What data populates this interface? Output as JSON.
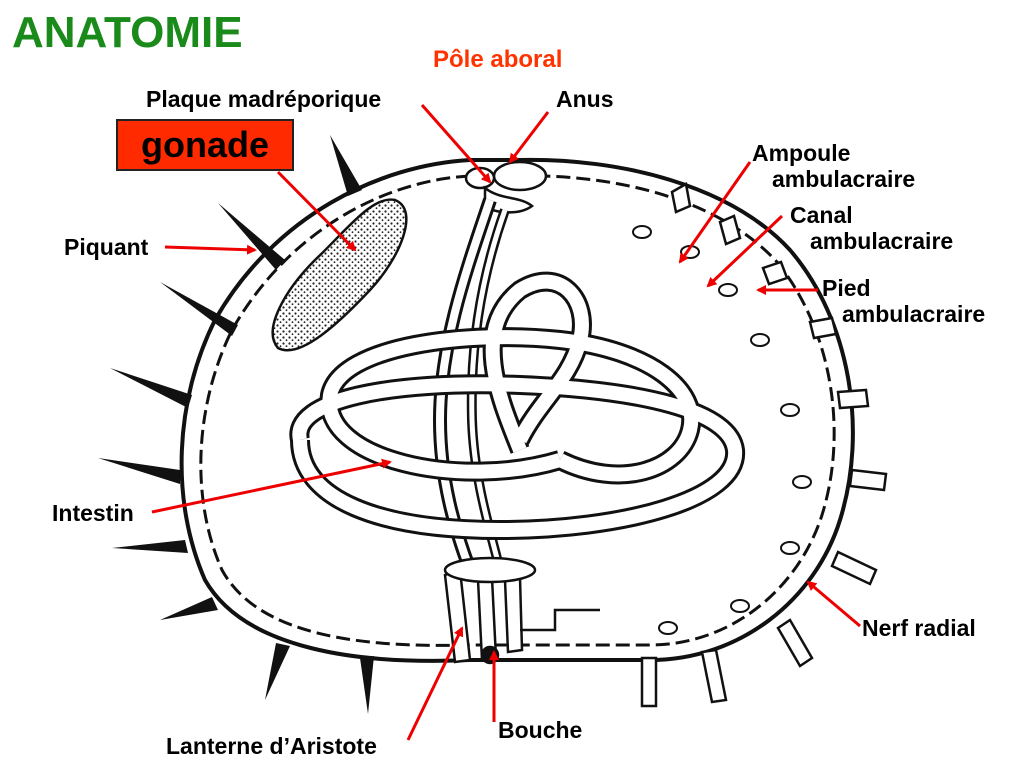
{
  "title": "ANATOMIE",
  "pole": "Pôle aboral",
  "gonade": "gonade",
  "labels": {
    "plaque": "Plaque madréporique",
    "anus": "Anus",
    "piquant": "Piquant",
    "intestin": "Intestin",
    "ampoule_1": "Ampoule",
    "ampoule_2": "ambulacraire",
    "canal_1": "Canal",
    "canal_2": "ambulacraire",
    "pied_1": "Pied",
    "pied_2": "ambulacraire",
    "nerf": "Nerf radial",
    "bouche": "Bouche",
    "lanterne": "Lanterne d’Aristote"
  },
  "colors": {
    "title": "#1a8a1a",
    "pole": "#ff3300",
    "gonade_box": "#ff2a00",
    "arrow": "#ee0000",
    "ink": "#111111"
  }
}
